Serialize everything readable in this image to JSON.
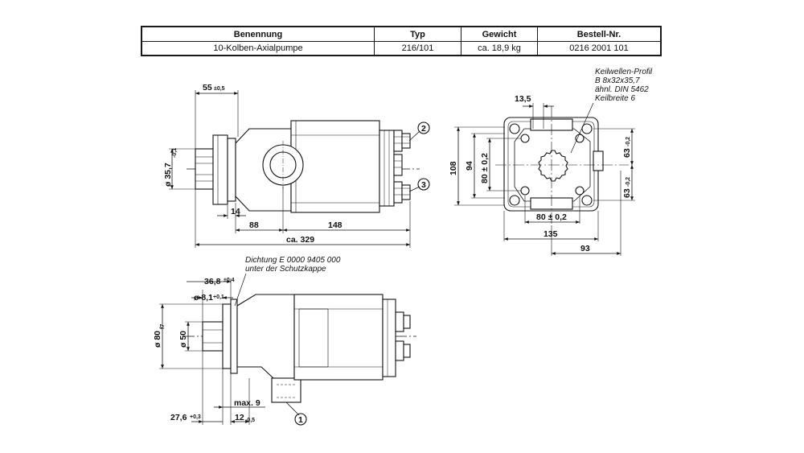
{
  "table": {
    "headers": [
      "Benennung",
      "Typ",
      "Gewicht",
      "Bestell-Nr."
    ],
    "row": [
      "10-Kolben-Axialpumpe",
      "216/101",
      "ca. 18,9 kg",
      "0216 2001 101"
    ]
  },
  "side_view": {
    "dim_55": "55",
    "dim_55_tol": "±0,5",
    "dim_357": "ø 35,7",
    "dim_357_tol": "-0,1",
    "dim_14": "14",
    "dim_88": "88",
    "dim_148": "148",
    "dim_329": "ca. 329",
    "callout_2": "2",
    "callout_3": "3"
  },
  "end_view": {
    "note_line1": "Keilwellen-Profil",
    "note_line2": "B 8x32x35,7",
    "note_line3": "ähnl. DIN 5462",
    "note_line4": "Keilbreite 6",
    "dim_135_top": "13,5",
    "dim_108": "108",
    "dim_94": "94",
    "dim_80v": "80 ± 0,2",
    "dim_80h": "80 ± 0,2",
    "dim_135": "135",
    "dim_93": "93",
    "dim_63a": "63",
    "dim_63a_tol": "-0,2",
    "dim_63b": "63",
    "dim_63b_tol": "-0,2"
  },
  "bottom_view": {
    "seal_line1": "Dichtung E 0000 9405 000",
    "seal_line2": "unter der Schutzkappe",
    "dim_368": "36,8",
    "dim_368_tol": "±0,4",
    "dim_81": "ø 8,1",
    "dim_81_tol": "+0,1",
    "dim_80f": "ø 80",
    "dim_80f_tol": "f7",
    "dim_50": "ø 50",
    "dim_max9": "max. 9",
    "dim_276": "27,6",
    "dim_276_tol": "+0,3",
    "dim_12": "12",
    "dim_12_tol": "-0,5",
    "callout_1": "1"
  }
}
